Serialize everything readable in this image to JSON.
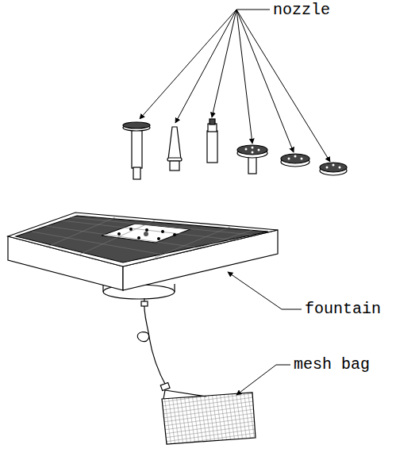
{
  "diagram": {
    "labels": [
      "nozzle",
      "fountain",
      "mesh bag"
    ]
  }
}
